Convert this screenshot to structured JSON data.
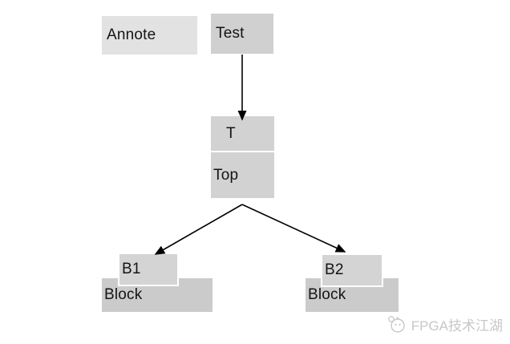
{
  "diagram": {
    "annote": {
      "label": "Annote"
    },
    "test": {
      "label": "Test"
    },
    "t": {
      "label": "T"
    },
    "top": {
      "label": "Top"
    },
    "b1": {
      "label": "B1"
    },
    "block_left": {
      "label": "Block"
    },
    "b2": {
      "label": "B2"
    },
    "block_right": {
      "label": "Block"
    },
    "connections": [
      {
        "from": "test",
        "to": "t"
      },
      {
        "from": "top",
        "to": "b1"
      },
      {
        "from": "top",
        "to": "b2"
      }
    ]
  },
  "watermark": {
    "text": "FPGA技术江湖",
    "logo_icon": "panda-logo-icon"
  },
  "colors": {
    "background": "#ffffff",
    "annote_box": "#e2e2e2",
    "node_box": "#d2d2d2",
    "block_box": "#cbcbcb",
    "inner_box": "#d4d4d4",
    "arrow": "#000000",
    "text": "#141414",
    "watermark": "#c7c7c7"
  }
}
